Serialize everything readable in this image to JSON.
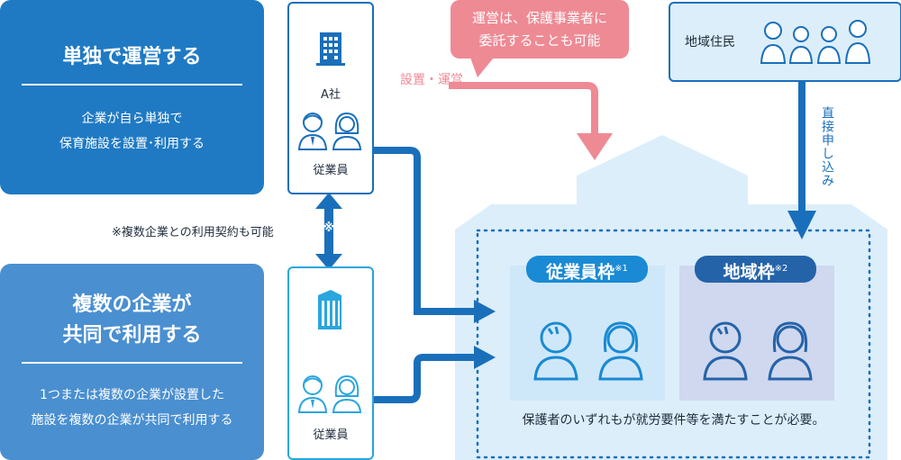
{
  "left": {
    "solo": {
      "title": "単独で運営する",
      "desc_line1": "企業が自ら単独で",
      "desc_line2": "保育施設を設置･利用する"
    },
    "joint": {
      "title_line1": "複数の企業が",
      "title_line2": "共同で利用する",
      "desc_line1": "1つまたは複数の企業が設置した",
      "desc_line2": "施設を複数の企業が共同で利用する"
    }
  },
  "middle": {
    "company_a_label": "A社",
    "employees_label_1": "従業員",
    "employees_label_2": "従業員",
    "contract_note": "※複数企業との利用契約も可能",
    "arrow_mark": "※"
  },
  "callout": {
    "line1": "運営は、保護事業者に",
    "line2": "委託することも可能"
  },
  "setup_label": "設置・運営",
  "residents": {
    "label": "地域住民"
  },
  "direct_label": "直接申し込み",
  "facility": {
    "employee_frame": {
      "label": "従業員枠",
      "mark": "※1"
    },
    "local_frame": {
      "label": "地域枠",
      "mark": "※2"
    },
    "requirement": "保護者のいずれもが就労要件等を満たすことが必要。"
  },
  "colors": {
    "blue_dark": "#1f7ac3",
    "blue_mid": "#4a8fd0",
    "accent_pink": "#ee8a94",
    "house": "#dceefa",
    "frame_emp": "#cfe8f9",
    "frame_local": "#cfd8ee"
  }
}
